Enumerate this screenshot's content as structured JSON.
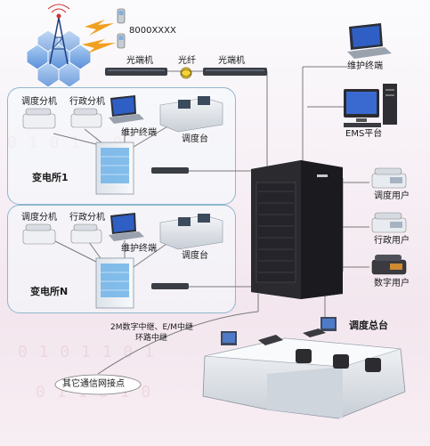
{
  "labels": {
    "phone_number": "8000XXXX",
    "optical_terminal_left": "光端机",
    "optical_fiber": "光纤",
    "optical_terminal_right": "光端机",
    "maintenance_terminal_top": "维护终端",
    "ems_platform": "EMS平台",
    "dispatch_user": "调度用户",
    "admin_user": "行政用户",
    "digital_user": "数字用户",
    "dispatch_main_console": "调度总台",
    "trunk_line1": "2M数字中继、E/M中继",
    "trunk_line2": "环路中继",
    "other_network": "其它通信网接点",
    "substation1": {
      "name": "变电所1",
      "dispatch_ext": "调度分机",
      "admin_ext": "行政分机",
      "maint_terminal": "维护终端",
      "dispatch_console": "调度台"
    },
    "substationN": {
      "name": "变电所N",
      "dispatch_ext": "调度分机",
      "admin_ext": "行政分机",
      "maint_terminal": "维护终端",
      "dispatch_console": "调度台"
    }
  },
  "colors": {
    "line": "#7a7a7a",
    "box_border": "#8fb7cf",
    "equipment_dark": "#2b2b2e",
    "equipment_light": "#e9edf2",
    "screen_blue": "#2f5fc4",
    "antenna_blue": "#5a8fd8",
    "signal_orange": "#f0a020"
  }
}
